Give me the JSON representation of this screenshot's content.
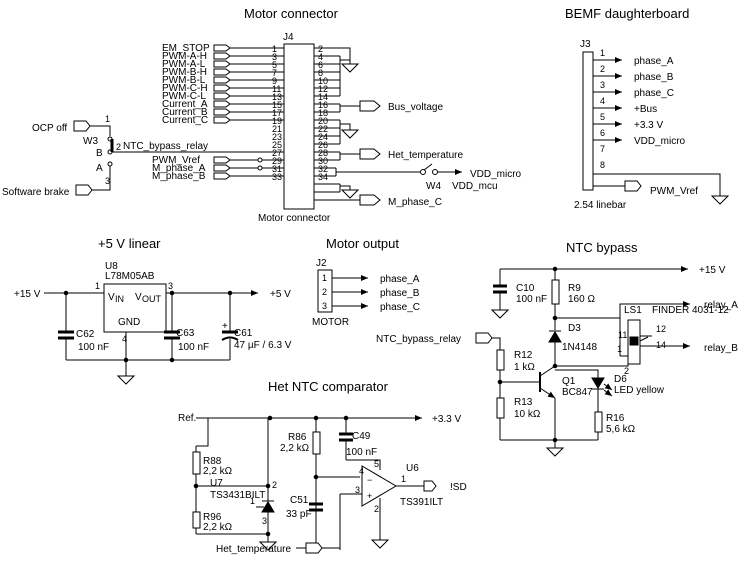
{
  "titles": {
    "motor_connector": "Motor connector",
    "bemf": "BEMF daughterboard",
    "linear": "+5 V linear",
    "motor_output": "Motor output",
    "ntc_bypass": "NTC bypass",
    "comparator": "Het NTC comparator"
  },
  "j4": {
    "ref": "J4",
    "caption": "Motor connector",
    "left_pins": [
      "1",
      "3",
      "5",
      "7",
      "9",
      "11",
      "13",
      "15",
      "17",
      "19",
      "21",
      "23",
      "25",
      "27",
      "29",
      "31",
      "33"
    ],
    "right_pins": [
      "2",
      "4",
      "6",
      "8",
      "10",
      "12",
      "14",
      "16",
      "18",
      "20",
      "22",
      "24",
      "26",
      "28",
      "30",
      "32",
      "34"
    ],
    "left_signals": [
      "EM_STOP",
      "PWM-A-H",
      "PWM-A-L",
      "PWM-B-H",
      "PWM-B-L",
      "PWM-C-H",
      "PWM-C-L",
      "Current_A",
      "Current_B",
      "Current_C",
      "NTC_bypass_relay",
      "PWM_Vref",
      "M_phase_A",
      "M_phase_B"
    ],
    "bus_voltage": "Bus_voltage",
    "het_temperature": "Het_temperature",
    "vdd_micro": "VDD_micro",
    "w4": "W4",
    "vdd_mcu": "VDD_mcu",
    "m_phase_c": "M_phase_C"
  },
  "w3": {
    "ref": "W3",
    "ocp_off": "OCP off",
    "software_brake": "Software brake",
    "pin1": "1",
    "pin2": "2",
    "pin3": "3",
    "b": "B",
    "a": "A",
    "signal": "NTC_bypass_relay"
  },
  "j3": {
    "ref": "J3",
    "pins": [
      "1",
      "2",
      "3",
      "4",
      "5",
      "6",
      "7",
      "8"
    ],
    "signals": [
      "phase_A",
      "phase_B",
      "phase_C",
      "+Bus",
      "+3.3 V",
      "VDD_micro",
      "",
      "PWM_Vref"
    ],
    "caption": "2.54 linebar"
  },
  "linear": {
    "in_rail": "+15 V",
    "out_rail": "+5 V",
    "u8_ref": "U8",
    "u8_part": "L78M05AB",
    "vin": "V",
    "vin_sub": "IN",
    "vout": "V",
    "vout_sub": "OUT",
    "gnd": "GND",
    "pin1": "1",
    "pin3": "3",
    "pin4": "4",
    "c62": "C62",
    "c62_val": "100 nF",
    "c63": "C63",
    "c63_val": "100 nF",
    "c61": "C61",
    "c61_val": "47 µF / 6.3 V",
    "plus": "+"
  },
  "motor_output": {
    "ref": "J2",
    "pins": [
      "1",
      "2",
      "3"
    ],
    "signals": [
      "phase_A",
      "phase_B",
      "phase_C"
    ],
    "caption": "MOTOR"
  },
  "ntc": {
    "rail": "+15 V",
    "c10": "C10",
    "c10_val": "100 nF",
    "r9": "R9",
    "r9_val": "160 Ω",
    "d3": "D3",
    "d3_part": "1N4148",
    "ls1": "LS1",
    "ls1_part": "FINDER 4031-12",
    "relay_a": "relay_A",
    "relay_b": "relay_B",
    "p11": "11",
    "p12": "12",
    "p14": "14",
    "p1": "1",
    "p2": "2",
    "input": "NTC_bypass_relay",
    "r12": "R12",
    "r12_val": "1 kΩ",
    "r13": "R13",
    "r13_val": "10 kΩ",
    "q1": "Q1",
    "q1_part": "BC847",
    "d6": "D6",
    "d6_part": "LED yellow",
    "r16": "R16",
    "r16_val": "5,6 kΩ"
  },
  "comp": {
    "ref_label": "Ref.",
    "rail": "+3.3 V",
    "r86": "R86",
    "r86_val": "2,2 kΩ",
    "c49": "C49",
    "c49_val": "100 nF",
    "r88": "R88",
    "r88_val": "2,2 kΩ",
    "u7": "U7",
    "u7_part": "TS3431BILT",
    "c51": "C51",
    "c51_val": "33 pF",
    "r96": "R96",
    "r96_val": "2,2 kΩ",
    "u6": "U6",
    "u6_part": "TS391ILT",
    "out": "!SD",
    "in_label": "Het_temperature",
    "p1": "1",
    "p2": "2",
    "p3": "3",
    "p4": "4",
    "p5": "5",
    "u7p1": "1",
    "u7p2": "2",
    "u7p3": "3"
  }
}
